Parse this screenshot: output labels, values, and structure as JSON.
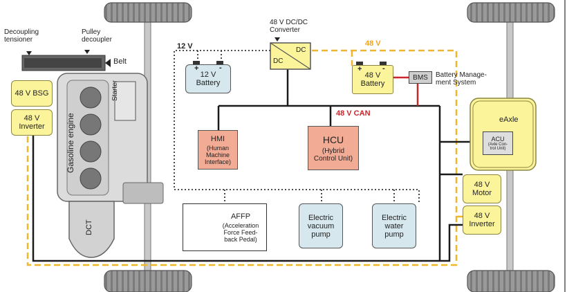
{
  "colors": {
    "line_48v_can": "#1a1a1a",
    "line_orange": "#f0b62a",
    "line_red": "#c8262b",
    "battery_12v_fill": "#d6e7ee",
    "battery_48v_fill": "#fbf49a",
    "hmi_fill": "#f2ab94",
    "pump_fill": "#d6e7ee",
    "engine_fill": "#dcdcdc",
    "tire_fill": "#a0a0a0"
  },
  "labels": {
    "decoupling_tensioner": "Decoupling\ntensioner",
    "pulley_decoupler": "Pulley\ndecoupler",
    "belt": "Belt",
    "bsg": "48 V BSG",
    "inverter_left": "48 V\nInverter",
    "starter": "Starter",
    "engine": "Gasoline engine",
    "dct": "DCT",
    "v12": "12 V",
    "battery12": "12 V\nBattery",
    "battery12_plus": "+",
    "battery12_minus": "-",
    "dcdc_title": "48 V DC/DC\nConverter",
    "dcdc_dc1": "DC",
    "dcdc_dc2": "DC",
    "v48": "48 V",
    "battery48": "48 V\nBattery",
    "battery48_plus": "+",
    "battery48_minus": "-",
    "bms": "BMS",
    "bms_desc": "Battery Manage-\nment System",
    "can": "48 V CAN",
    "hmi_title": "HMI",
    "hmi_sub": "(Human\nMachine\nInterface)",
    "hcu_title": "HCU",
    "hcu_sub": "(Hybrid\nControl Unit)",
    "afpp_title": "AFFP",
    "afpp_sub": "(Acceleration\nForce Feed-\nback Pedal)",
    "vacuum_pump": "Electric\nvacuum\npump",
    "water_pump": "Electric\nwater\npump",
    "eaxle": "eAxle",
    "acu_title": "ACU",
    "acu_sub": "(Axle Con-\ntrol Unit)",
    "motor": "48 V\nMotor",
    "inverter_right": "48 V\nInverter"
  }
}
